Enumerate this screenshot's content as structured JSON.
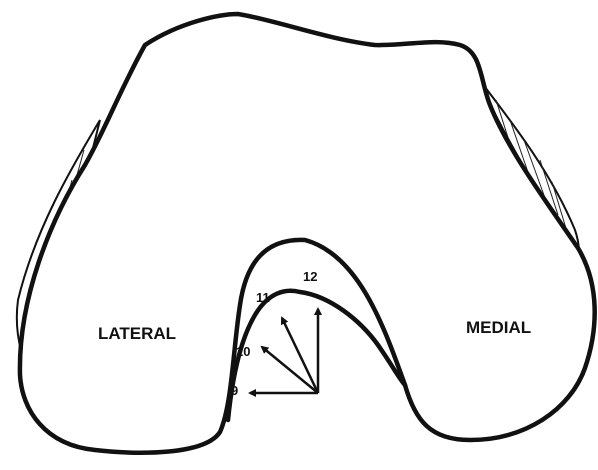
{
  "labels": {
    "lateral": "LATERAL",
    "medial": "MEDIAL"
  },
  "clock_positions": [
    "9",
    "10",
    "11",
    "12"
  ],
  "colors": {
    "ink": "#111111",
    "background": "#ffffff"
  }
}
